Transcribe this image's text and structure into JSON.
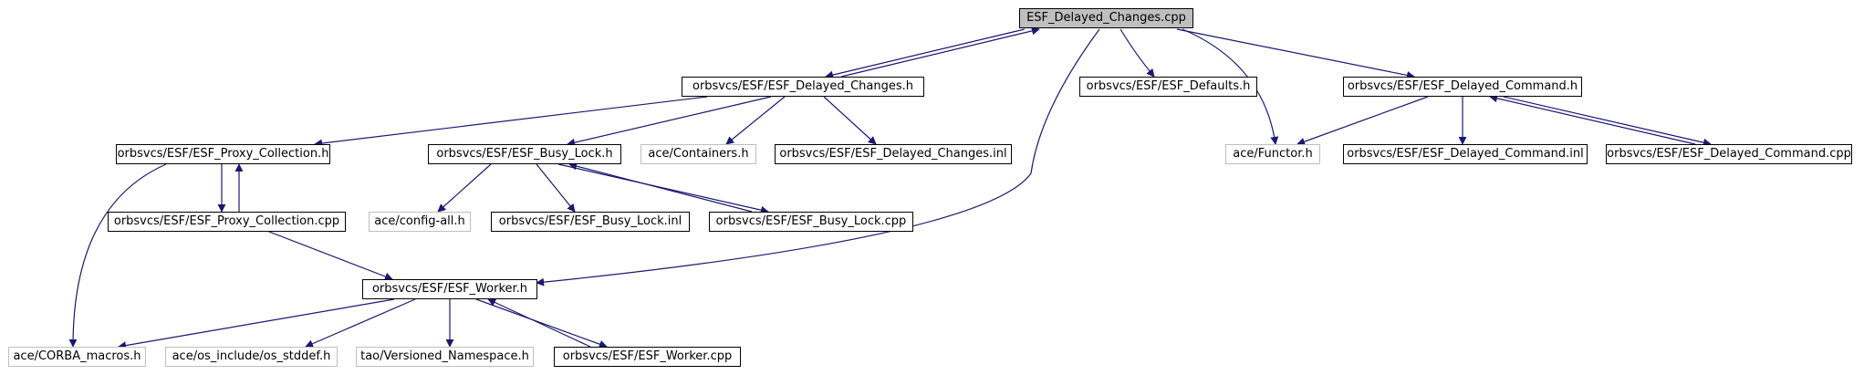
{
  "diagram": {
    "edge_color": "#191970",
    "root_fill": "#bfbfbf",
    "external_border": "#bfbfbf",
    "nodes": {
      "root": "ESF_Delayed_Changes.cpp",
      "delayed_changes_h": "orbsvcs/ESF/ESF_Delayed_Changes.h",
      "defaults_h": "orbsvcs/ESF/ESF_Defaults.h",
      "delayed_command_h": "orbsvcs/ESF/ESF_Delayed_Command.h",
      "proxy_collection_h": "orbsvcs/ESF/ESF_Proxy_Collection.h",
      "busy_lock_h": "orbsvcs/ESF/ESF_Busy_Lock.h",
      "containers_h": "ace/Containers.h",
      "delayed_changes_inl": "orbsvcs/ESF/ESF_Delayed_Changes.inl",
      "functor_h": "ace/Functor.h",
      "delayed_command_inl": "orbsvcs/ESF/ESF_Delayed_Command.inl",
      "delayed_command_cpp": "orbsvcs/ESF/ESF_Delayed_Command.cpp",
      "config_all_h": "ace/config-all.h",
      "busy_lock_inl": "orbsvcs/ESF/ESF_Busy_Lock.inl",
      "busy_lock_cpp": "orbsvcs/ESF/ESF_Busy_Lock.cpp",
      "proxy_collection_cpp": "orbsvcs/ESF/ESF_Proxy_Collection.cpp",
      "worker_h": "orbsvcs/ESF/ESF_Worker.h",
      "corba_macros_h": "ace/CORBA_macros.h",
      "os_stddef_h": "ace/os_include/os_stddef.h",
      "versioned_namespace_h": "tao/Versioned_Namespace.h",
      "worker_cpp": "orbsvcs/ESF/ESF_Worker.cpp"
    }
  }
}
